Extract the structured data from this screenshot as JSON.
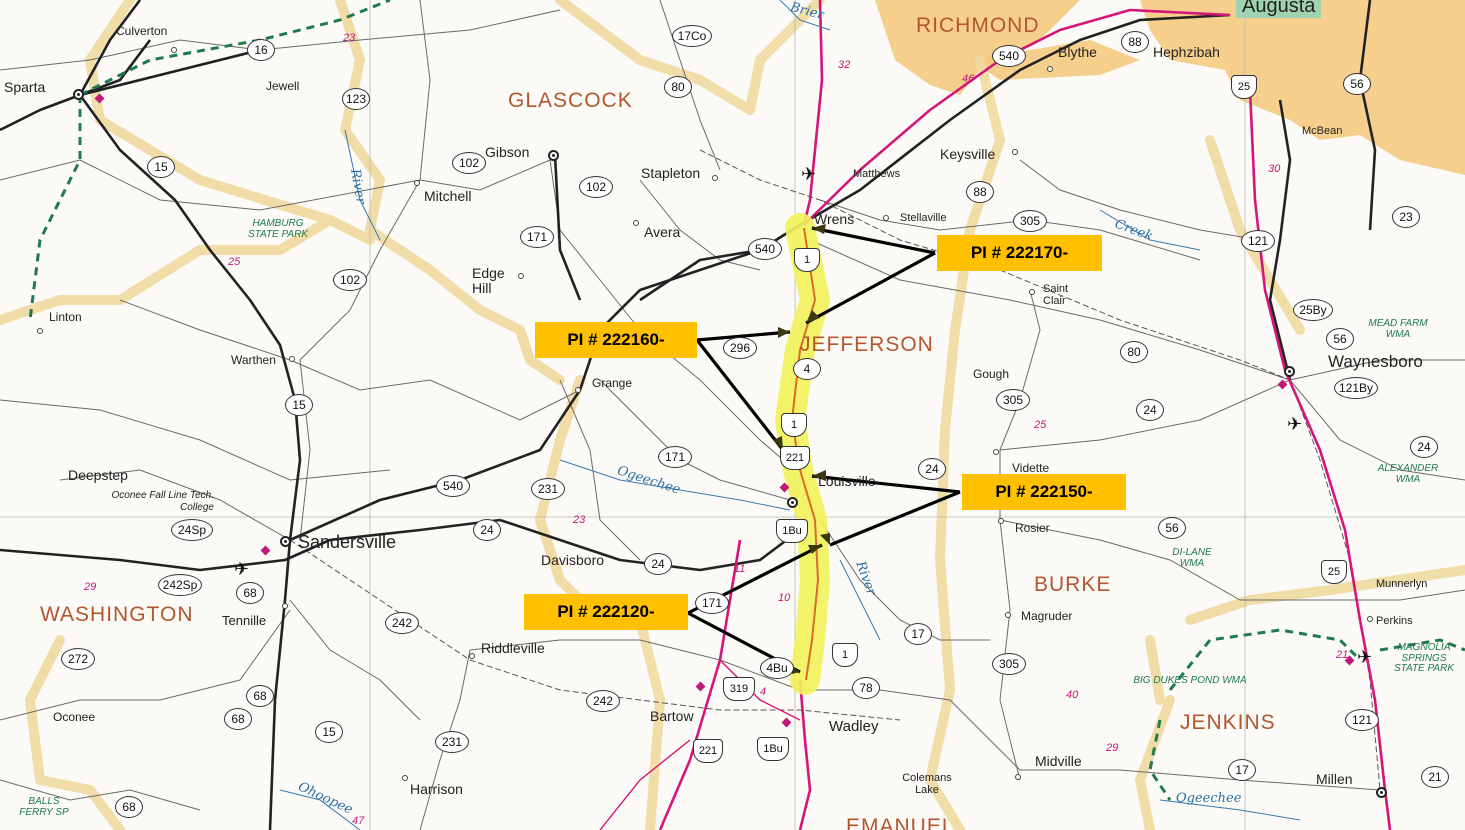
{
  "callouts": [
    {
      "label": "PI # 222170-"
    },
    {
      "label": "PI # 222160-"
    },
    {
      "label": "PI # 222150-"
    },
    {
      "label": "PI # 222120-"
    }
  ],
  "counties": [
    "RICHMOND",
    "GLASCOCK",
    "JEFFERSON",
    "WASHINGTON",
    "BURKE",
    "JENKINS",
    "EMANUEL"
  ],
  "places": [
    "Augusta",
    "Culverton",
    "Sparta",
    "Jewell",
    "Blythe",
    "Hephzibah",
    "McBean",
    "Keysville",
    "Matthews",
    "Wrens",
    "Stellaville",
    "Gibson",
    "Mitchell",
    "Stapleton",
    "Avera",
    "Edge Hill",
    "Saint Clair",
    "Linton",
    "Warthen",
    "Grange",
    "Gough",
    "Waynesboro",
    "Vidette",
    "Louisville",
    "Deepstep",
    "Oconee Fall Line Tech. College",
    "Sandersville",
    "Davisboro",
    "Rosier",
    "Munnerlyn",
    "Tennille",
    "Riddleville",
    "Magruder",
    "Perkins",
    "Oconee",
    "Bartow",
    "Wadley",
    "Midville",
    "Harrison",
    "Colemans Lake",
    "Millen"
  ],
  "parks": [
    "HAMBURG STATE PARK",
    "MEAD FARM WMA",
    "ALEXANDER WMA",
    "DI-LANE WMA",
    "BIG DUKES POND WMA",
    "MAGNOLIA SPRINGS STATE PARK",
    "BALLS FERRY SP"
  ],
  "water": [
    "Brier",
    "River",
    "Creek",
    "Ogeechee",
    "River",
    "Ohoopee",
    "Ogeechee"
  ],
  "routes": [
    "17Co",
    "16",
    "123",
    "80",
    "540",
    "88",
    "25",
    "56",
    "15",
    "102",
    "102",
    "171",
    "540",
    "1",
    "305",
    "88",
    "23",
    "121",
    "102",
    "296",
    "80",
    "4",
    "25By",
    "56",
    "121By",
    "1",
    "221",
    "171",
    "305",
    "24",
    "24",
    "24",
    "15",
    "540",
    "231",
    "1Bu",
    "24Sp",
    "24",
    "24",
    "56",
    "242Sp",
    "68",
    "25",
    "242",
    "171",
    "17",
    "272",
    "305",
    "68",
    "68",
    "242",
    "4Bu",
    "319",
    "1",
    "78",
    "15",
    "231",
    "221",
    "1Bu",
    "121",
    "17",
    "68",
    "21"
  ],
  "district_numbers": [
    "23",
    "32",
    "46",
    "25",
    "30",
    "25",
    "29",
    "23",
    "11",
    "10",
    "21",
    "40",
    "29",
    "4",
    "47"
  ],
  "colors": {
    "highlight": "#f2f25a",
    "callout_bg": "#ffc000",
    "urban": "#f5c77a",
    "county_line": "#f0d9a0",
    "interstate": "#d4157a",
    "water": "#2b6fa8",
    "park": "#1f7a4d"
  }
}
